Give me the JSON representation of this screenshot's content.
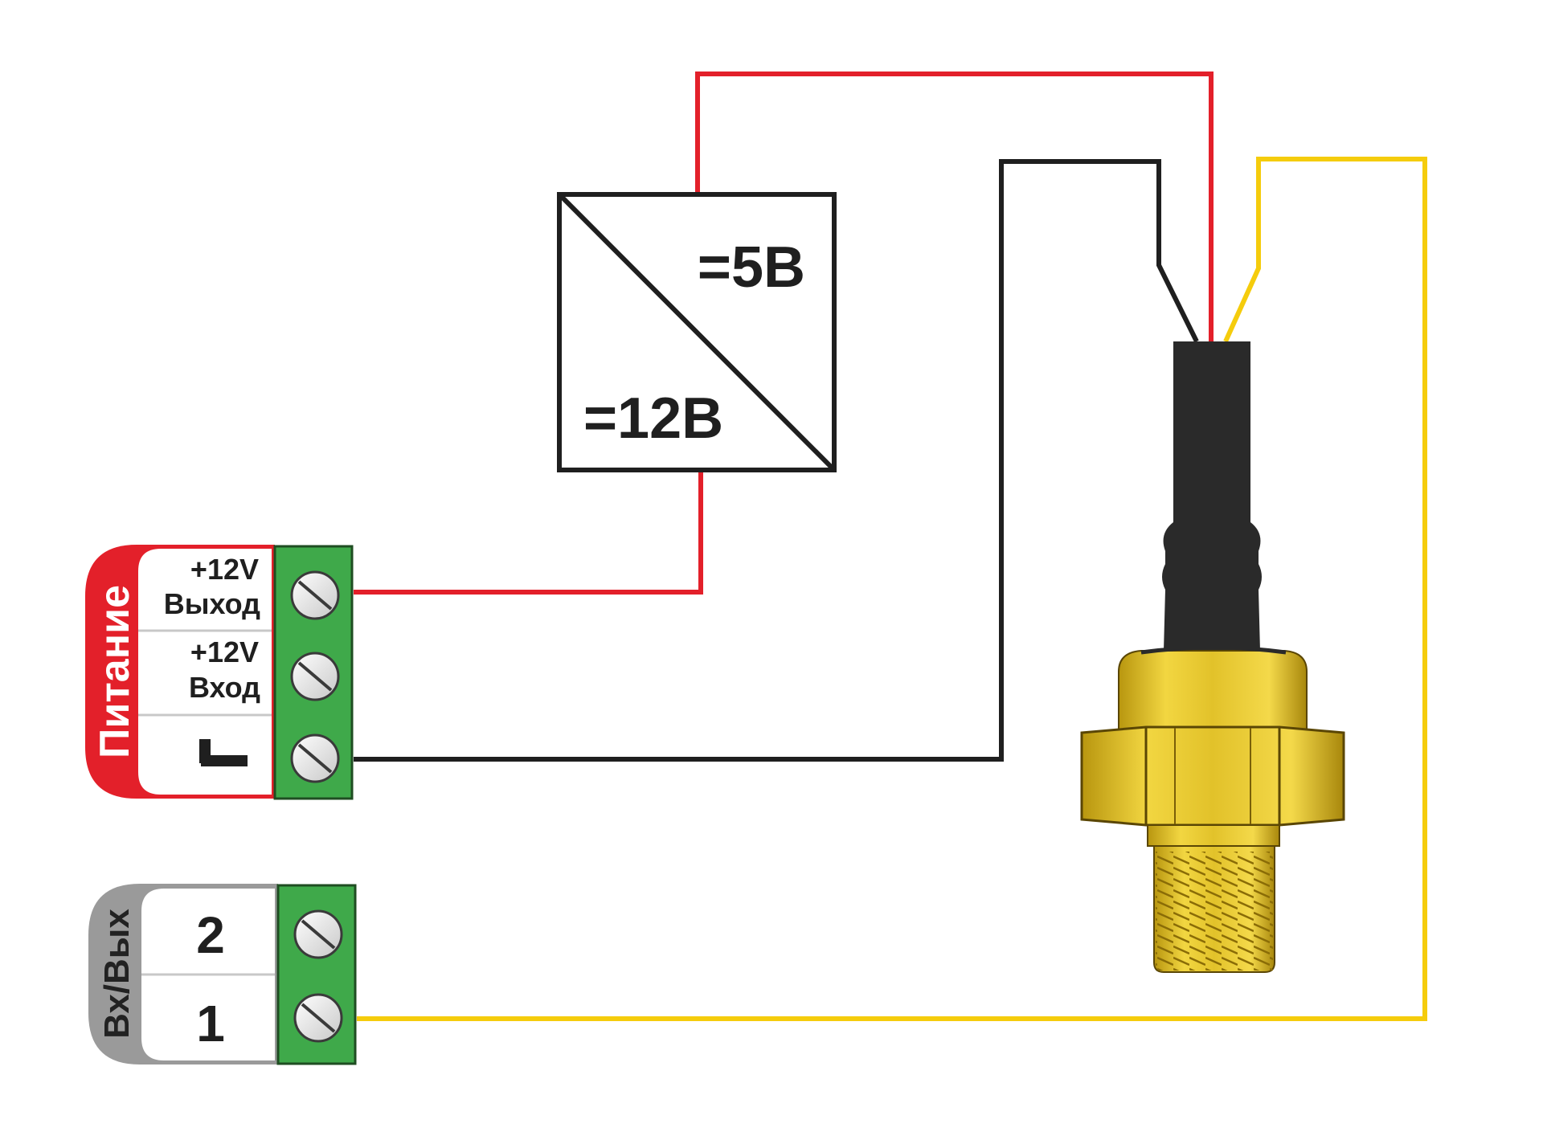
{
  "converter": {
    "output_voltage": "=5В",
    "input_voltage": "=12В"
  },
  "power_block": {
    "group_label": "Питание",
    "terminals": [
      {
        "line1": "+12V",
        "line2": "Выход"
      },
      {
        "line1": "+12V",
        "line2": "Вход"
      },
      {
        "line1": "┻",
        "line2": ""
      }
    ]
  },
  "io_block": {
    "group_label": "Вх/Вых",
    "terminals": [
      {
        "label": "2"
      },
      {
        "label": "1"
      }
    ]
  },
  "colors": {
    "wire_red": "#e3202a",
    "wire_black": "#1f1f1f",
    "wire_yellow": "#f5cc0c",
    "power_tab": "#e3202a",
    "io_tab": "#9a9a9a",
    "terminal_green": "#3fa94a",
    "sensor_brass": "#e6c52a",
    "sensor_body": "#2a2a2a"
  },
  "icons": {
    "ground": "ground-icon",
    "screw": "screw-icon"
  }
}
